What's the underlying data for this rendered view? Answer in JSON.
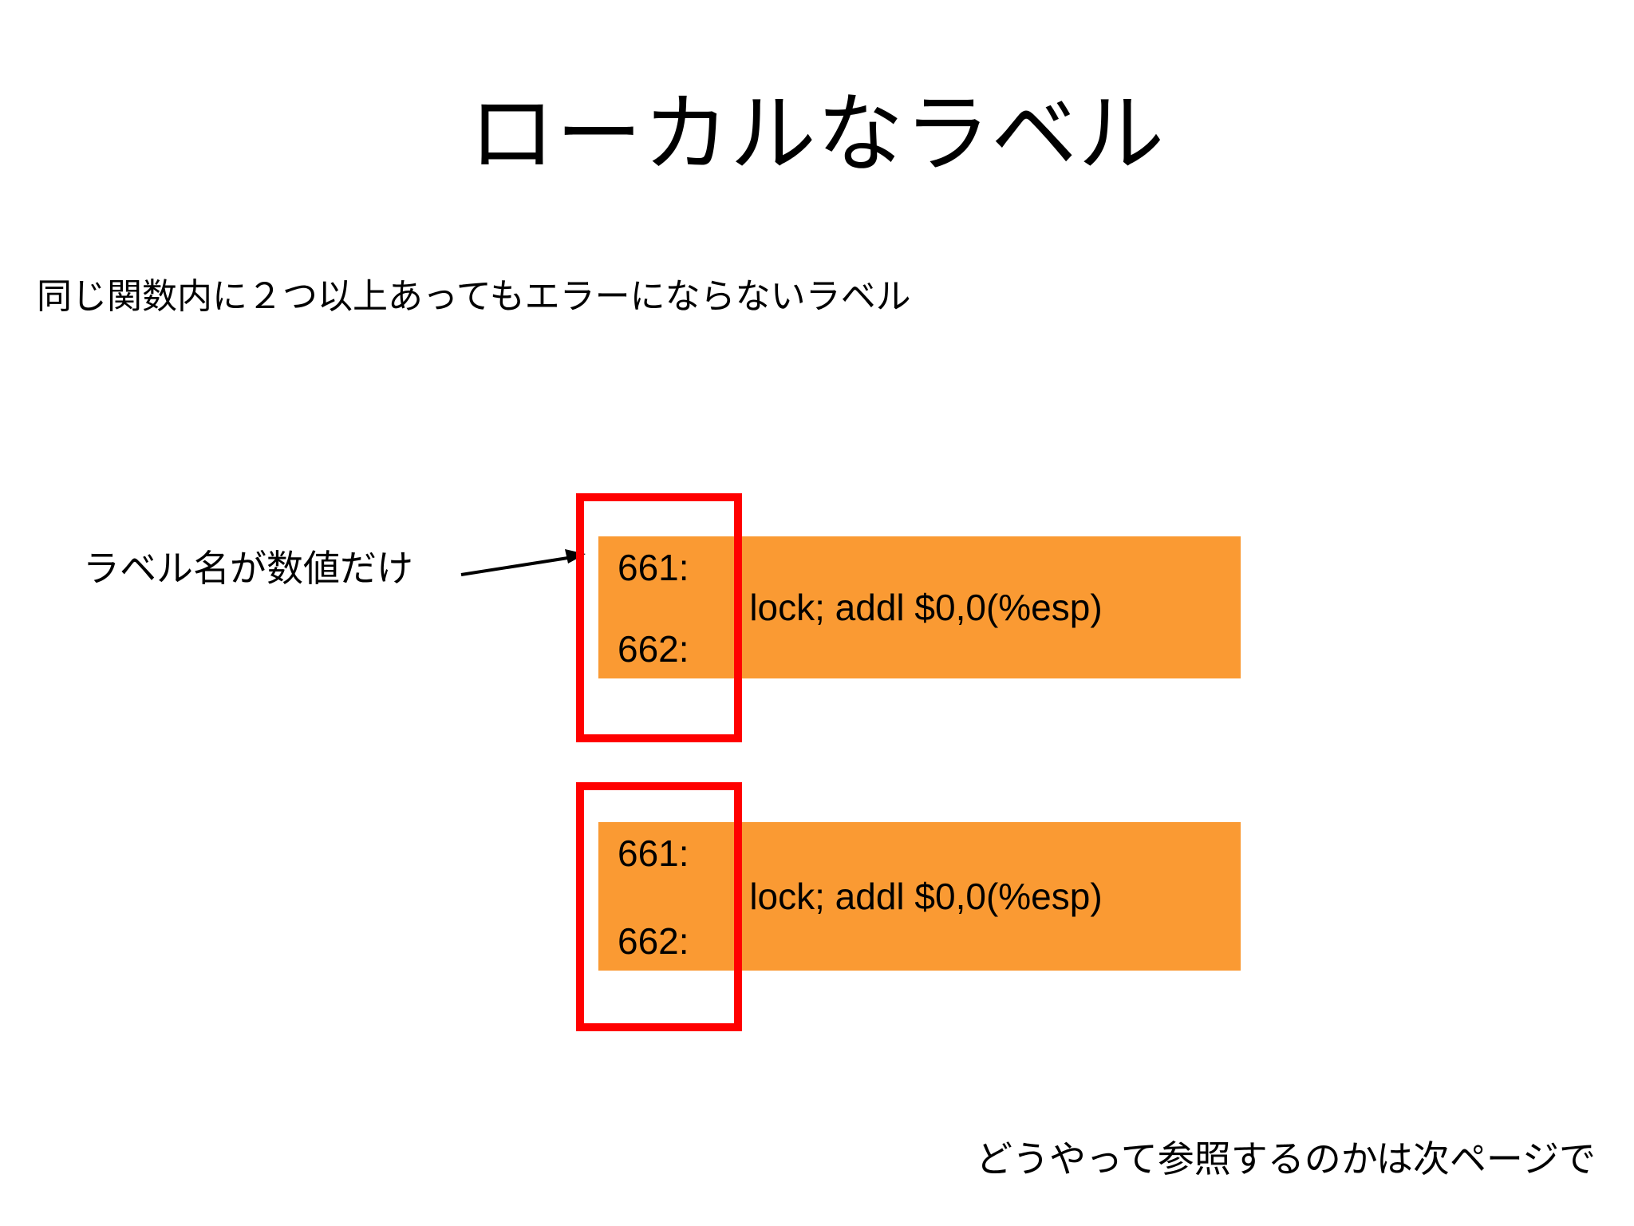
{
  "slide": {
    "title": "ローカルなラベル",
    "subtitle": "同じ関数内に２つ以上あってもエラーにならないラベル",
    "annotation": "ラベル名が数値だけ",
    "footer_note": "どうやって参照するのかは次ページで",
    "colors": {
      "background": "#ffffff",
      "text": "#000000",
      "code_block_fill": "#fa9a33",
      "highlight_border": "#ff0000"
    },
    "code_blocks": [
      {
        "labels": [
          "661:",
          "662:"
        ],
        "instruction": "lock; addl $0,0(%esp)",
        "highlighted": true
      },
      {
        "labels": [
          "661:",
          "662:"
        ],
        "instruction": "lock; addl $0,0(%esp)",
        "highlighted": true
      }
    ]
  }
}
